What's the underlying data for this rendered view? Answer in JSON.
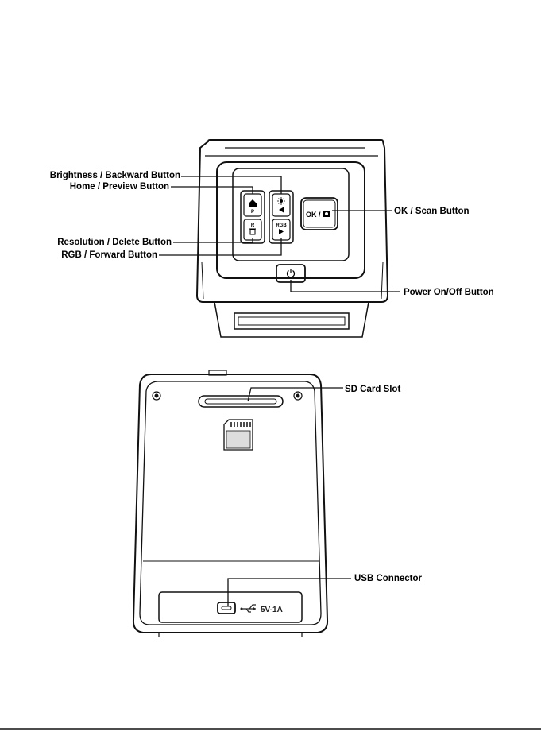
{
  "front_view": {
    "labels": {
      "brightness_backward": "Brightness / Backward Button",
      "home_preview": "Home / Preview Button",
      "resolution_delete": "Resolution / Delete Button",
      "rgb_forward": "RGB / Forward Button",
      "ok_scan": "OK / Scan Button",
      "power": "Power On/Off Button"
    },
    "button_glyphs": {
      "home_letter": "P",
      "resolution_letter": "R",
      "rgb_text": "RGB",
      "ok_text": "OK /"
    }
  },
  "back_view": {
    "labels": {
      "sd_card_slot": "SD Card Slot",
      "usb_connector": "USB Connector"
    },
    "port_rating": "5V-1A"
  },
  "icons": [
    "home-icon",
    "trash-icon",
    "brightness-icon",
    "play-left-icon",
    "play-right-icon",
    "camera-icon",
    "power-icon",
    "usb-icon",
    "sd-card-icon"
  ],
  "colors": {
    "line": "#111111",
    "background": "#ffffff"
  }
}
